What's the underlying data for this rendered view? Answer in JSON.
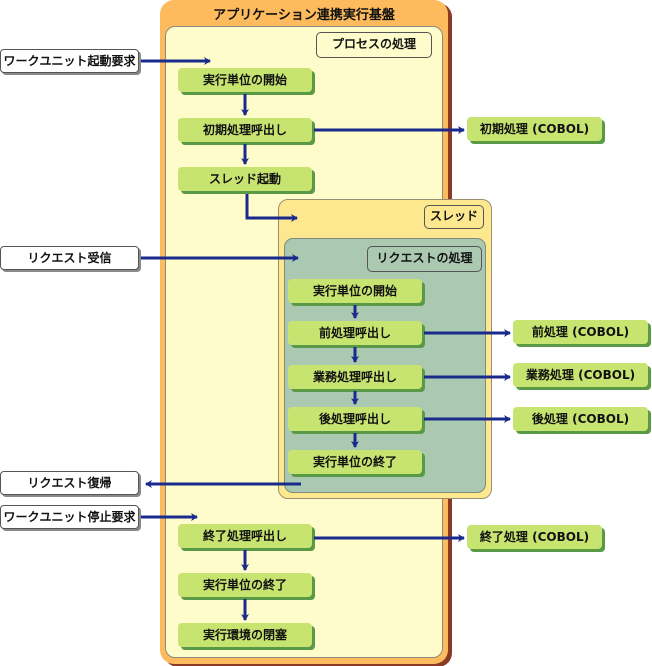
{
  "platform": {
    "title": "アプリケーション連携実行基盤"
  },
  "process": {
    "label": "プロセスの処理",
    "steps": [
      "実行単位の開始",
      "初期処理呼出し",
      "スレッド起動",
      "終了処理呼出し",
      "実行単位の終了",
      "実行環境の閉塞"
    ]
  },
  "thread": {
    "label": "スレッド"
  },
  "request": {
    "label": "リクエストの処理",
    "steps": [
      "実行単位の開始",
      "前処理呼出し",
      "業務処理呼出し",
      "後処理呼出し",
      "実行単位の終了"
    ]
  },
  "external": {
    "workunit_start": "ワークユニット起動要求",
    "request_receive": "リクエスト受信",
    "request_return": "リクエスト復帰",
    "workunit_stop": "ワークユニット停止要求"
  },
  "cobol": {
    "init": "初期処理 (COBOL)",
    "pre": "前処理 (COBOL)",
    "business": "業務処理 (COBOL)",
    "post": "後処理 (COBOL)",
    "end": "終了処理 (COBOL)"
  },
  "colors": {
    "arrow": "#1a2a8c",
    "platform": "#fdbb5d",
    "process_bg": "#fffccb",
    "thread_bg": "#fde890",
    "request_bg": "#abc9b1",
    "step_bg": "#c8e470",
    "step_shadow": "#5a9a46"
  }
}
